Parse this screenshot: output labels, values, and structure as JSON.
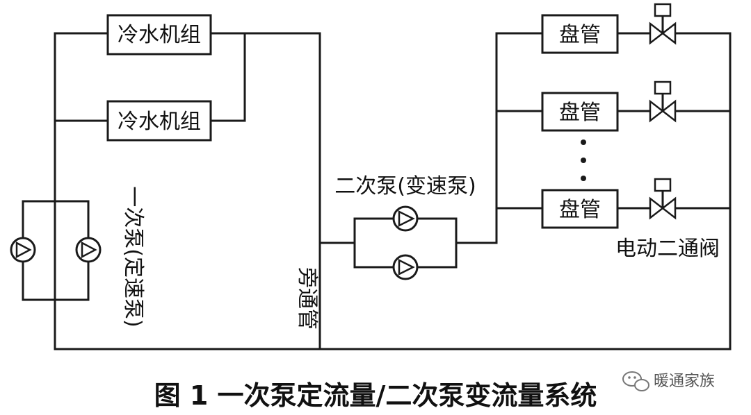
{
  "diagram": {
    "chiller_label": "冷水机组",
    "coil_label": "盘管",
    "primary_pump_label": "一次泵(定速泵)",
    "secondary_pump_label": "二次泵(变速泵)",
    "bypass_label": "旁通管",
    "valve_label": "电动二通阀",
    "caption": "图 1   一次泵定流量/二次泵变流量系统",
    "watermark": "暖通家族"
  }
}
